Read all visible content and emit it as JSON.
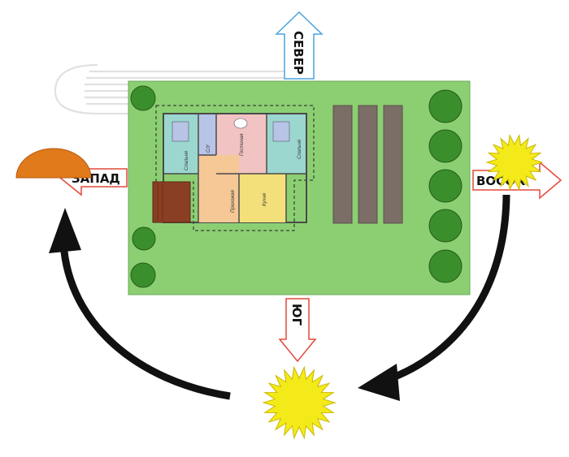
{
  "directions": {
    "north": "СЕВЕР",
    "south": "ЮГ",
    "west": "ЗАПАД",
    "east": "ВОСОК"
  },
  "rooms": {
    "bedroom_left": "Спальня",
    "bathroom": "С/У",
    "living_room": "Гостиная",
    "bedroom_right": "Спальня",
    "hallway": "Прихожая",
    "kitchen": "Кухня"
  },
  "colors": {
    "plot": "#8ccf73",
    "tree": "#3a8f2c",
    "bed_strip": "#7a6e66",
    "arrow_outline": "#e0493a",
    "arrow_outline_north": "#4aa3df",
    "sun": "#f4ea1a",
    "sunset": "#e07a1a",
    "path_arrow": "#111111",
    "deck": "#8a3f24"
  },
  "icons": [
    "sun-icon",
    "setting-sun-icon",
    "tree-icon",
    "compass-arrow-icon",
    "curved-arrow-icon"
  ]
}
